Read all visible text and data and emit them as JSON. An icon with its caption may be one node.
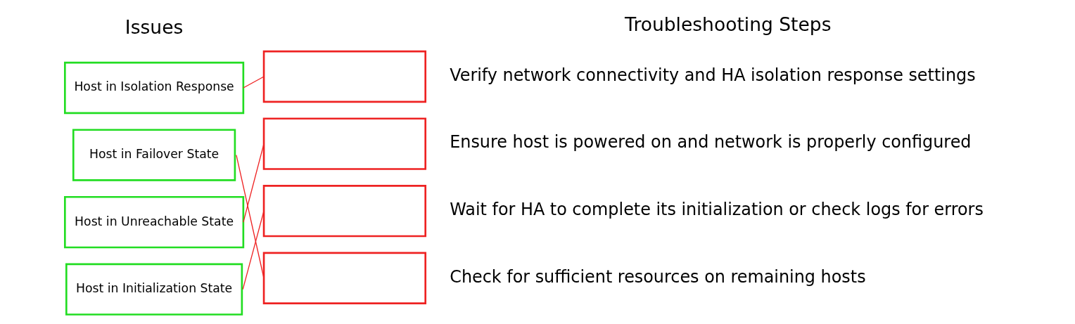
{
  "diagram": {
    "nodes": [
      {
        "text": [
          "Host in Isolation Response"
        ]
      },
      {
        "text": [
          "Host in Failover State"
        ]
      },
      {
        "text": [
          "Host in Unreachable State"
        ]
      },
      {
        "text": [
          "Host in Initialization State"
        ]
      },
      {
        "text": [],
        "shape": "box",
        "beside": [
          "Verify network connectivity and HA isolation response settings"
        ]
      },
      {
        "text": [],
        "shape": "box",
        "beside": [
          "Ensure host is powered on and network is properly configured"
        ]
      },
      {
        "text": [],
        "shape": "box",
        "beside": [
          "Wait for HA to complete its initialization or check logs for errors"
        ]
      },
      {
        "text": [],
        "shape": "box",
        "beside": [
          "Check for sufficient resources on remaining hosts"
        ]
      }
    ],
    "edges": [
      {
        "from": 0,
        "to": 4,
        "arrow": "none"
      },
      {
        "from": 1,
        "to": 7,
        "arrow": "none"
      },
      {
        "from": 2,
        "to": 5,
        "arrow": "none"
      },
      {
        "from": 3,
        "to": 6,
        "arrow": "none"
      }
    ],
    "labels": [
      "Issues",
      "Troubleshooting Steps"
    ]
  }
}
